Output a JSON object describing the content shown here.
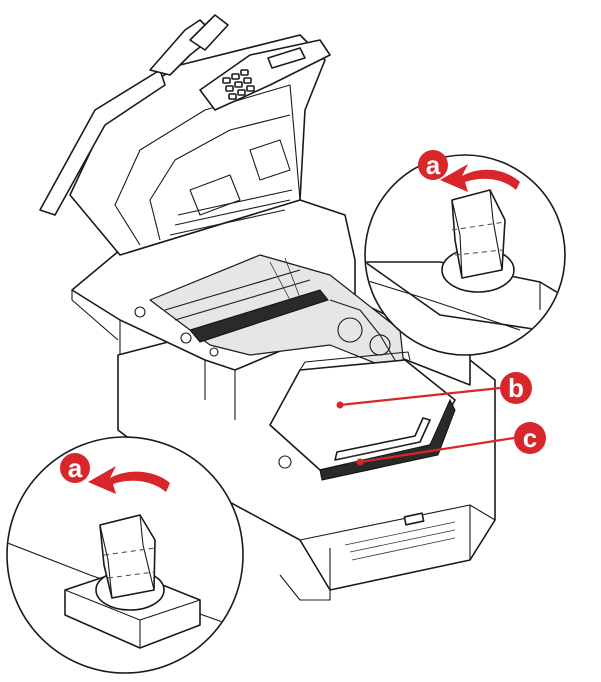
{
  "colors": {
    "accent": "#d9262b",
    "line": "#1a1a1a",
    "background": "#ffffff"
  },
  "callouts": {
    "a_top": "a",
    "a_bottom": "a",
    "b": "b",
    "c": "c"
  }
}
